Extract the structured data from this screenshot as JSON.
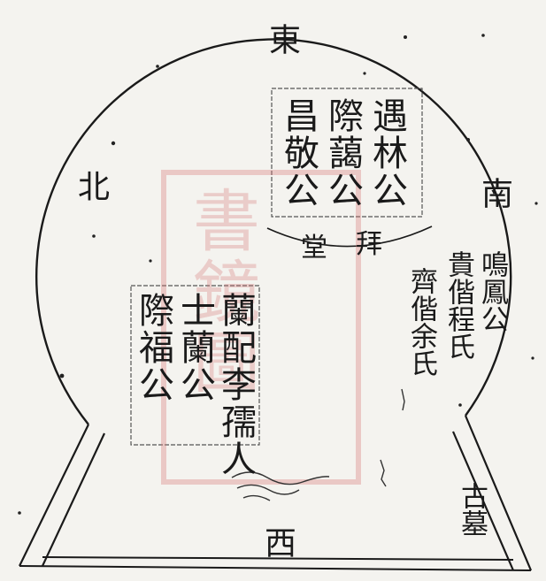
{
  "directions": {
    "east": "東",
    "north": "北",
    "south": "南",
    "west": "西"
  },
  "upper_tablet": {
    "columns": [
      "遇林公",
      "際藹公",
      "昌敬公"
    ]
  },
  "hall": {
    "bai": "拜",
    "tang": "堂"
  },
  "right_group": {
    "columns": [
      "鳴鳳公",
      "貴偕程氏",
      "齊偕余氏"
    ]
  },
  "lower_tablet": {
    "columns": [
      "蘭配李孺人",
      "士蘭公",
      "際福公"
    ]
  },
  "tomb_label": "古墓",
  "seal": {
    "text": "書鏡圖"
  },
  "colors": {
    "ink": "#1a1a1a",
    "paper": "#f4f3ef",
    "seal": "#d67878"
  }
}
